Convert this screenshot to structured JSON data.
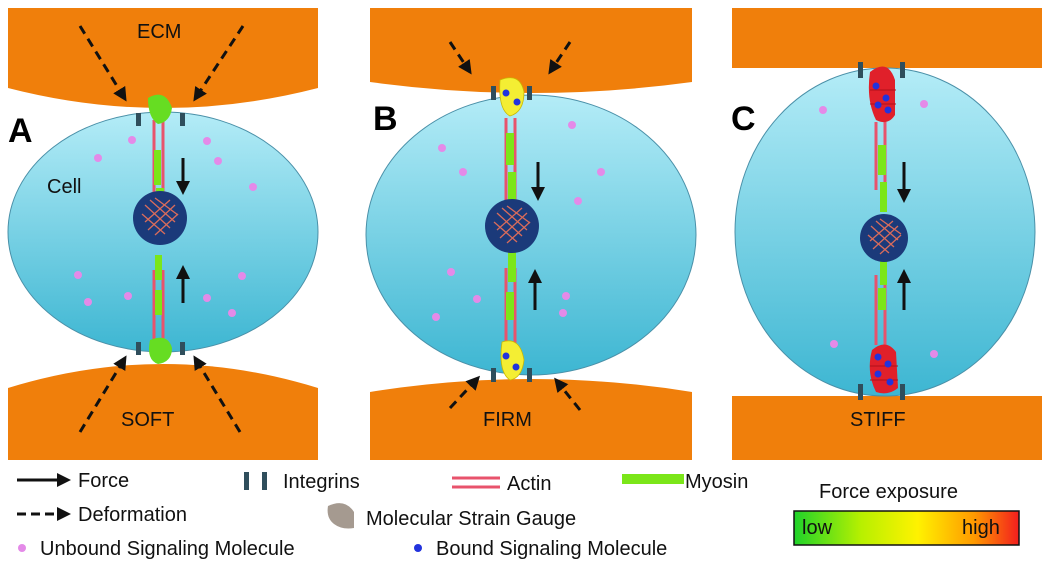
{
  "colors": {
    "ecm": "#F07F0B",
    "cell_top": "#AFEAF6",
    "cell_bottom": "#3CB8D4",
    "integrin": "#2F4E5C",
    "actin": "#E8536C",
    "myosin": "#7BE619",
    "nucleus": "#1B3A7A",
    "unbound": "#E48AE8",
    "bound": "#2233DD",
    "gauge_soft": "#66DD22",
    "gauge_firm": "#F4EE33",
    "gauge_stiff": "#E0202A"
  },
  "panels": [
    {
      "letter": "A",
      "substrate": "SOFT",
      "ecm_label": "ECM",
      "cell_label": "Cell"
    },
    {
      "letter": "B",
      "substrate": "FIRM"
    },
    {
      "letter": "C",
      "substrate": "STIFF"
    }
  ],
  "legend": {
    "force": "Force",
    "deformation": "Deformation",
    "unbound": "Unbound Signaling Molecule",
    "integrins": "Integrins",
    "strain_gauge": "Molecular Strain Gauge",
    "bound": "Bound Signaling Molecule",
    "actin": "Actin",
    "myosin": "Myosin",
    "force_exposure": {
      "title": "Force exposure",
      "low": "low",
      "high": "high",
      "gradient": [
        "#1FD32A",
        "#B8F000",
        "#FFF200",
        "#FF9A00",
        "#F21E1E"
      ]
    }
  }
}
